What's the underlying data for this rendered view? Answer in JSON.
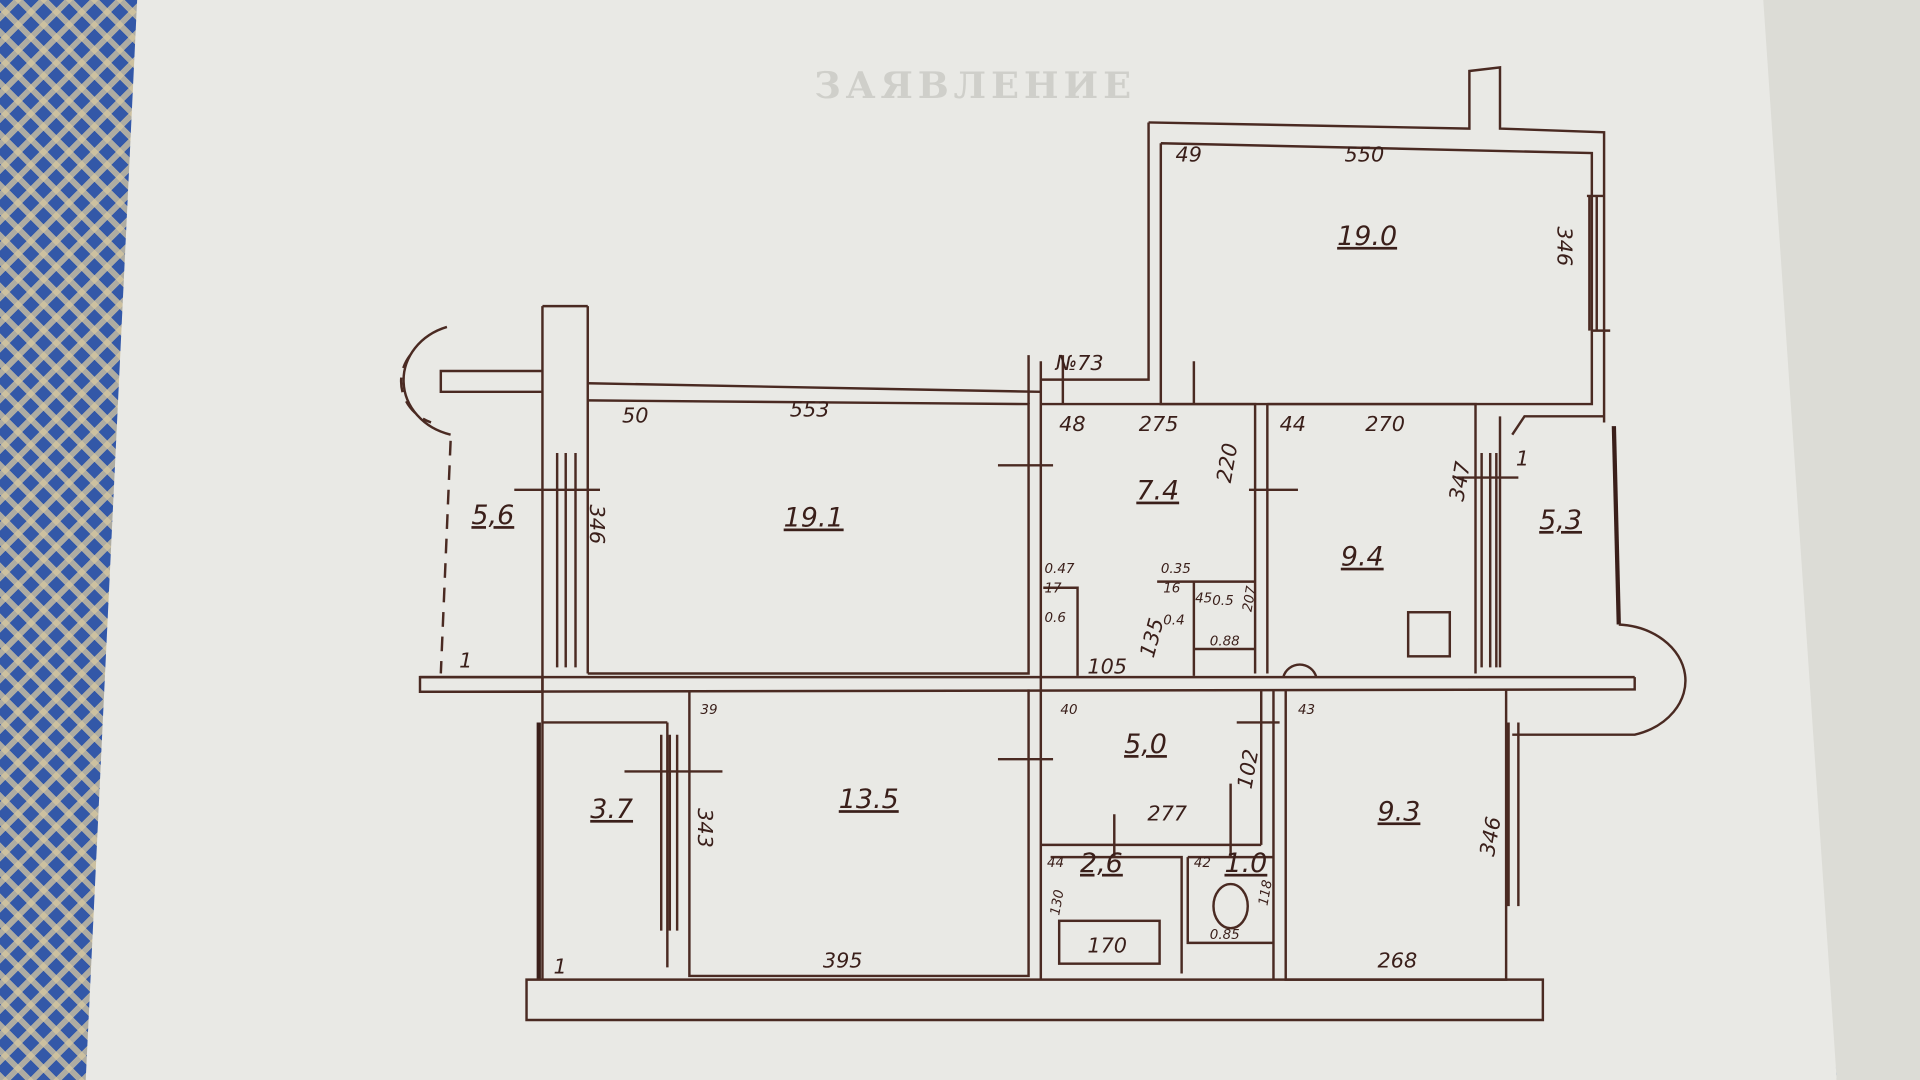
{
  "document": {
    "heading": "ЗАЯВЛЕНИЕ",
    "apartment_number": "№73"
  },
  "rooms": {
    "balcony_left": "5,6",
    "living_left": "19.1",
    "living_top": "19.0",
    "hall": "7.4",
    "kitchen": "9.4",
    "balcony_right": "5,3",
    "closet_1": "0.6",
    "closet_2": "0.4",
    "closet_3": "0.5",
    "loggia_bottom": "3.7",
    "bedroom": "13.5",
    "corridor": "5,0",
    "bathroom": "2,6",
    "wc": "1.0",
    "room_bottom_right": "9.3"
  },
  "dimensions": {
    "d50": "50",
    "d553": "553",
    "d346a": "346",
    "d1a": "1",
    "d49": "49",
    "d550": "550",
    "d346b": "346",
    "d48": "48",
    "d275": "275",
    "d44a": "44",
    "d270": "270",
    "d220": "220",
    "d347": "347",
    "d1b": "1",
    "d047": "0.47",
    "d17": "17",
    "d035": "0.35",
    "d16": "16",
    "d45": "45",
    "d207": "207",
    "d088": "0.88",
    "d135": "135",
    "d105": "105",
    "d39": "39",
    "d40": "40",
    "d43": "43",
    "d343": "343",
    "d102": "102",
    "d277": "277",
    "d44b": "44",
    "d130": "130",
    "d42": "42",
    "d118": "118",
    "d170": "170",
    "d085": "0.85",
    "d395": "395",
    "d268": "268",
    "d346c": "346",
    "d1c": "1"
  },
  "colors": {
    "ink": "#3a1f1a",
    "paper": "#e9e9e5",
    "carpet": "#3358a8"
  }
}
